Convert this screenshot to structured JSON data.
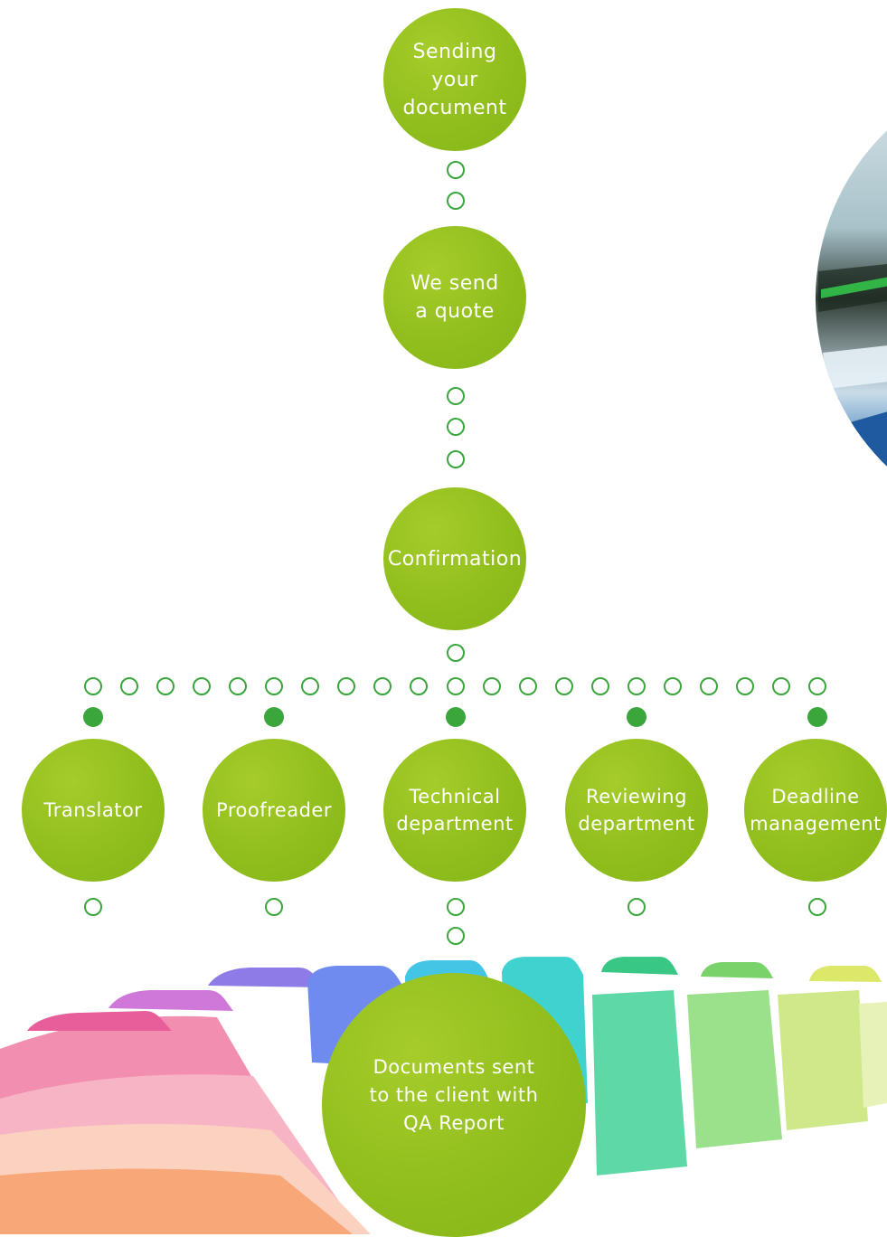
{
  "colors": {
    "node_fill": "#8fbd1c",
    "connector": "#3aa63c",
    "node_text": "#ffffff"
  },
  "steps": {
    "sending": "Sending\nyour\ndocument",
    "quote": "We send\na quote",
    "confirmation": "Confirmation",
    "translator": "Translator",
    "proofreader": "Proofreader",
    "technical": "Technical\ndepartment",
    "reviewing": "Reviewing\ndepartment",
    "deadline": "Deadline\nmanagement",
    "delivery": "Documents sent\nto the client with\nQA Report"
  },
  "decorations": {
    "top_right_photo": "circular-photo",
    "bottom_background": "colorful-file-folders"
  }
}
